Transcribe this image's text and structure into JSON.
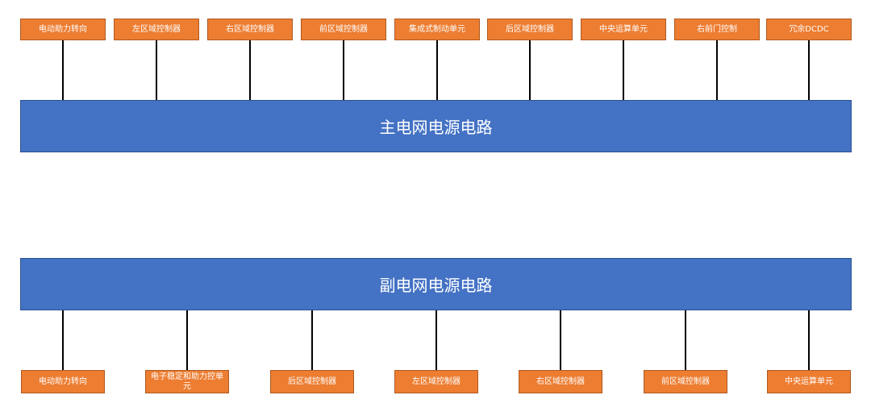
{
  "main_bus": {
    "label": "主电网电源电路",
    "components": [
      "电动助力转向",
      "左区域控制器",
      "右区域控制器",
      "前区域控制器",
      "集成式制动单元",
      "后区域控制器",
      "中央运算单元",
      "右前门控制",
      "冗余DCDC"
    ]
  },
  "aux_bus": {
    "label": "副电网电源电路",
    "components": [
      "电动助力转向",
      "电子稳定和助力控单元",
      "后区域控制器",
      "左区域控制器",
      "右区域控制器",
      "前区域控制器",
      "中央运算单元"
    ]
  },
  "colors": {
    "bus_fill": "#4472C4",
    "component_fill": "#ED7D31",
    "connector": "#000000"
  }
}
